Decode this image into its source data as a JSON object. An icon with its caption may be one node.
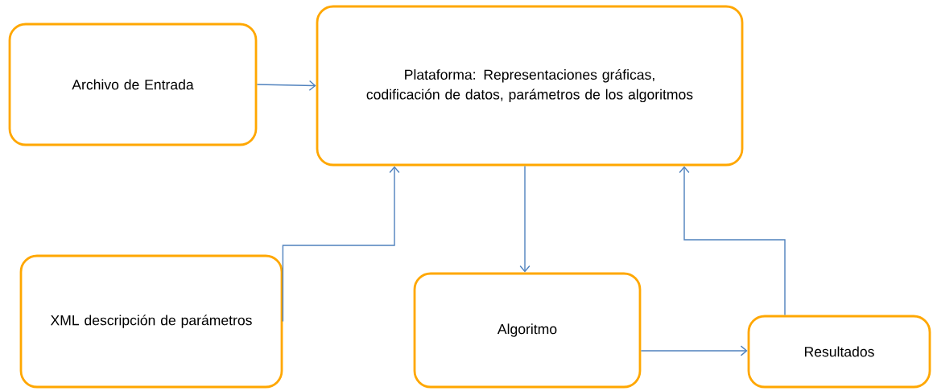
{
  "diagram": {
    "nodes": [
      {
        "text": [
          "Archivo de Entrada"
        ]
      },
      {
        "text": [
          "Plataforma: Representaciones gráficas, codificación de datos, parámetros de los algoritmos"
        ]
      },
      {
        "text": [
          "XML descripción de parámetros"
        ]
      },
      {
        "text": [
          "Algoritmo"
        ]
      },
      {
        "text": [
          "Resultados"
        ]
      }
    ],
    "edges": [
      {
        "from": 0,
        "to": 1,
        "arrow": "to"
      },
      {
        "from": 2,
        "to": 1,
        "arrow": "to"
      },
      {
        "from": 1,
        "to": 3,
        "arrow": "to"
      },
      {
        "from": 3,
        "to": 4,
        "arrow": "to"
      },
      {
        "from": 4,
        "to": 1,
        "arrow": "to"
      }
    ]
  }
}
